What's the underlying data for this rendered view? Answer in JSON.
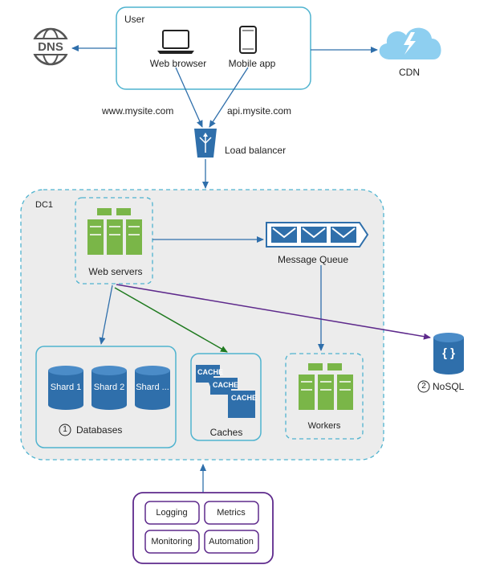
{
  "user": {
    "title": "User",
    "web_browser": "Web browser",
    "mobile_app": "Mobile app"
  },
  "dns": {
    "label": "DNS"
  },
  "cdn": {
    "label": "CDN"
  },
  "domains": {
    "web": "www.mysite.com",
    "api": "api.mysite.com"
  },
  "load_balancer": {
    "label": "Load balancer"
  },
  "dc": {
    "label": "DC1"
  },
  "web_servers": {
    "label": "Web servers"
  },
  "message_queue": {
    "label": "Message Queue"
  },
  "databases": {
    "number": "1",
    "label": "Databases",
    "shards": [
      "Shard 1",
      "Shard 2",
      "Shard ..."
    ]
  },
  "caches": {
    "label": "Caches",
    "tiles": [
      "CACHE",
      "CACHE",
      "CACHE"
    ]
  },
  "workers": {
    "label": "Workers"
  },
  "nosql": {
    "number": "2",
    "label": "NoSQL",
    "glyph": "{ }"
  },
  "tools": {
    "items": [
      "Logging",
      "Metrics",
      "Monitoring",
      "Automation"
    ]
  },
  "colors": {
    "blue": "#2f6fab",
    "teal": "#4fb3cf",
    "green": "#7ab648",
    "purple": "#5e2a8c",
    "dc_bg": "#ececec",
    "db_blue": "#2f6fab",
    "cloud": "#8ecff0"
  },
  "icons": [
    "globe-icon",
    "laptop-icon",
    "tablet-icon",
    "cloud-icon",
    "load-balancer-icon",
    "server-rack-icon",
    "envelope-icon",
    "database-cylinder-icon",
    "cache-tile-icon",
    "nosql-icon"
  ]
}
